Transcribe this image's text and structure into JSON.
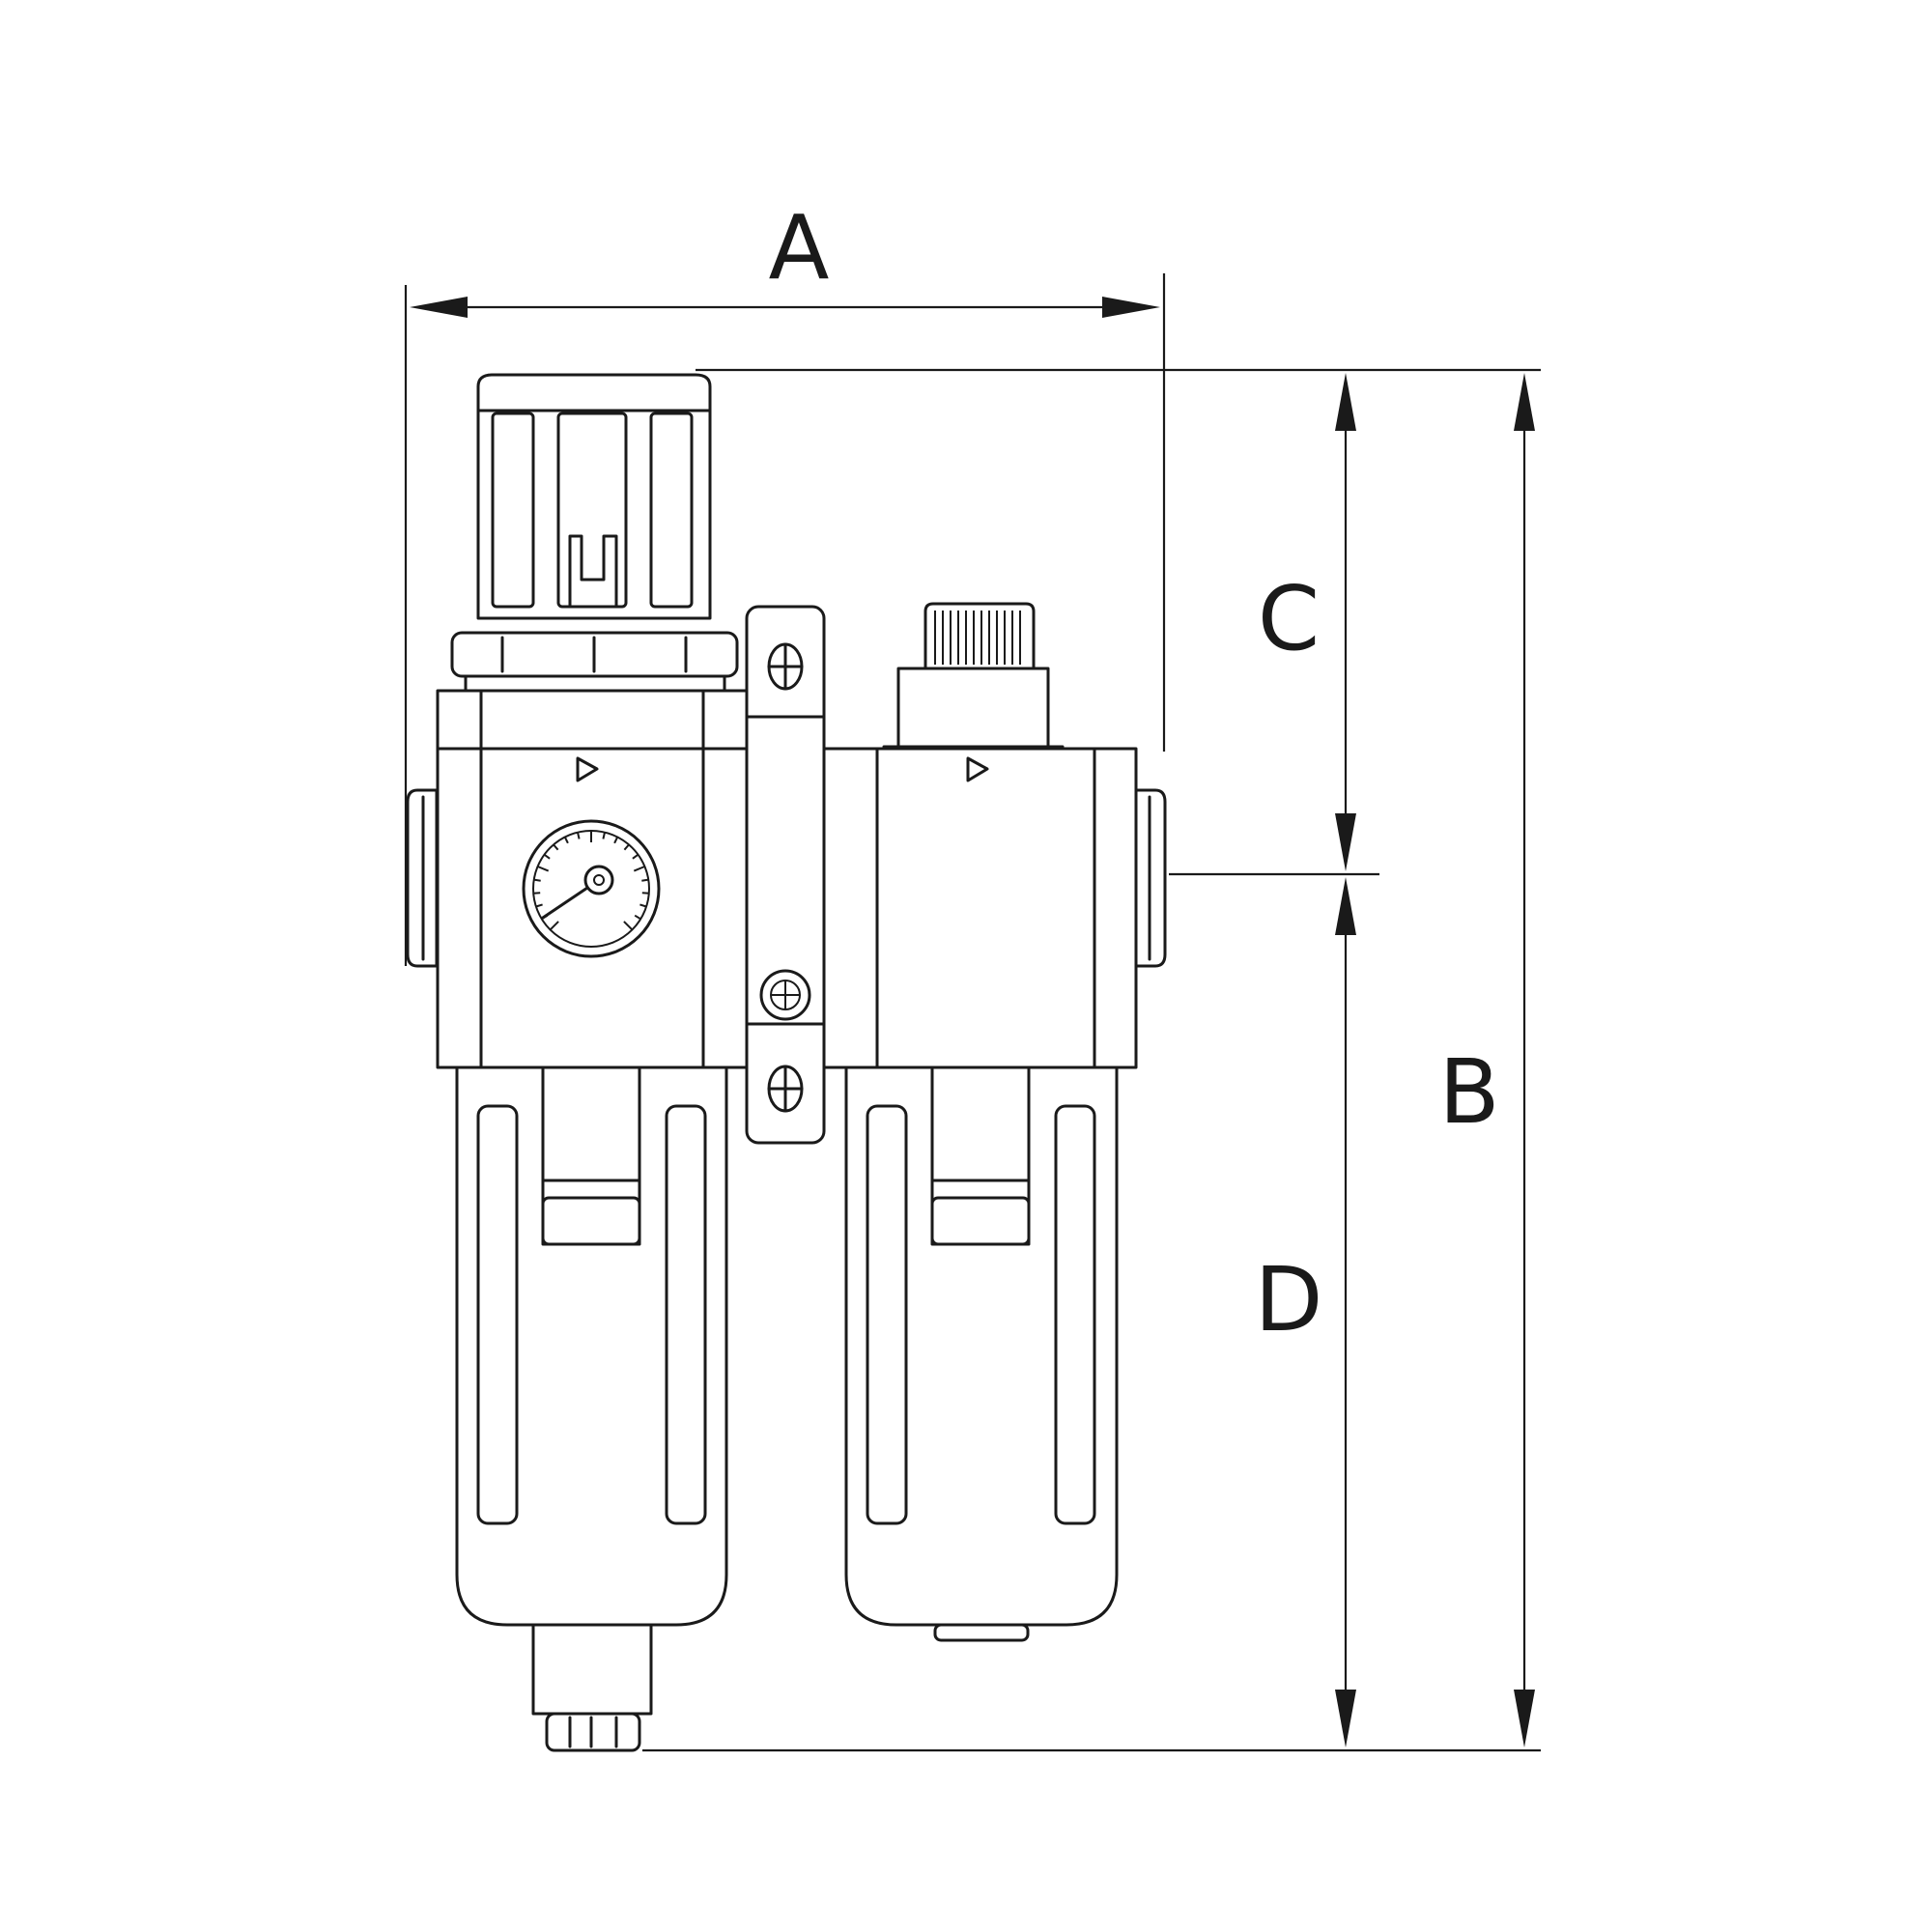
{
  "dimensions": {
    "a": "A",
    "b": "B",
    "c": "C",
    "d": "D"
  },
  "colors": {
    "line": "#1a1a1a",
    "background": "#ffffff"
  }
}
